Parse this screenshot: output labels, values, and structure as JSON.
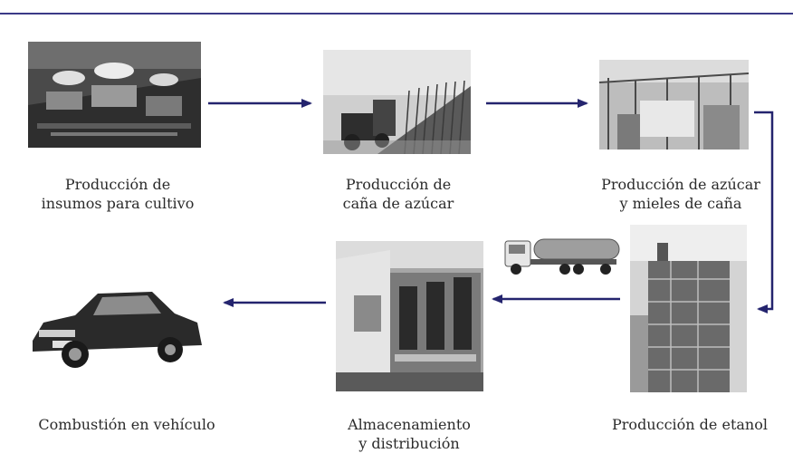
{
  "theme": {
    "rule_color": "#3b3a87",
    "arrow_color": "#24246e"
  },
  "steps": [
    {
      "icon": "factory-photo-icon",
      "lines": [
        "Producción de",
        "insumos para cultivo"
      ]
    },
    {
      "icon": "sugarcane-harvest-photo-icon",
      "lines": [
        "Producción de",
        "caña de azúcar"
      ]
    },
    {
      "icon": "sugar-mill-photo-icon",
      "lines": [
        "Producción de azúcar",
        "y mieles de caña"
      ]
    },
    {
      "icon": "ethanol-plant-photo-icon",
      "lines": [
        "Producción de etanol"
      ]
    },
    {
      "icon": "fuel-pump-photo-icon",
      "lines": [
        "Almacenamiento",
        "y distribución"
      ]
    },
    {
      "icon": "car-photo-icon",
      "lines": [
        "Combustión en vehículo"
      ]
    }
  ],
  "extra_icons": [
    "tanker-truck-photo-icon"
  ]
}
